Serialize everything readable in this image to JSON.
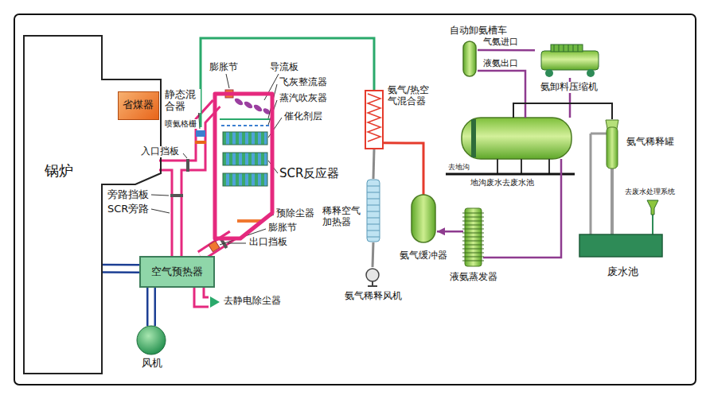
{
  "diagram": {
    "nodes": [
      {
        "text": [
          "锅炉"
        ]
      },
      {
        "text": [
          "省煤器"
        ],
        "in": 0
      },
      {
        "text": [
          "SCR反应器"
        ]
      },
      {
        "text": [
          "空气预热器"
        ]
      },
      {
        "text": [
          "风机"
        ]
      },
      {
        "text": [
          "氨气/热空气混合器"
        ]
      },
      {
        "text": [
          "稀释空气加热器"
        ]
      },
      {
        "text": [
          "氨气稀释风机"
        ]
      },
      {
        "text": [
          "自动卸氨槽车"
        ]
      },
      {
        "text": [
          "氨卸料压缩机"
        ]
      },
      {
        "text": [
          "氨气缓冲器"
        ]
      },
      {
        "text": [
          "液氨蒸发器"
        ]
      },
      {
        "text": [
          "氨气稀释罐"
        ]
      },
      {
        "text": [
          "废水池"
        ]
      }
    ],
    "edges": [
      {
        "from": 4,
        "to": 3,
        "arrow": "none"
      },
      {
        "from": 3,
        "to": 0,
        "arrow": "none"
      },
      {
        "from": 5,
        "to": 2,
        "arrow": "none"
      },
      {
        "from": 7,
        "to": 6,
        "arrow": "none"
      },
      {
        "from": 6,
        "to": 5,
        "arrow": "none"
      },
      {
        "from": 10,
        "to": 5,
        "arrow": "none"
      },
      {
        "from": 11,
        "to": 10,
        "arrow": "to"
      },
      {
        "from": 12,
        "to": 13,
        "arrow": "none"
      },
      {
        "from": 8,
        "to": 9,
        "arrow": "none"
      }
    ],
    "labels": [
      "静态混合器",
      "膨胀节",
      "导流板",
      "飞灰整流器",
      "喷氨格栅",
      "蒸汽吹灰器",
      "催化剂层",
      "入口挡板",
      "旁路挡板",
      "SCR旁路",
      "预除尘器",
      "膨胀节",
      "出口挡板",
      "去静电除尘器",
      "气氨进口",
      "液氨出口",
      "去地沟",
      "地沟废水去废水池",
      "去废水处理系统"
    ]
  }
}
